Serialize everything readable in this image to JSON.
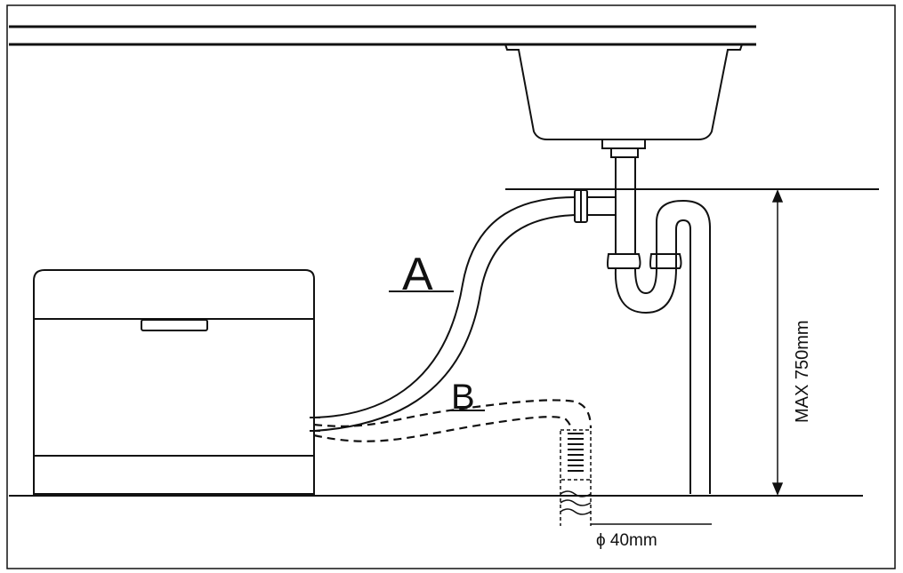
{
  "labels": {
    "hose_high": "A",
    "hose_low": "B",
    "max_height": "MAX 750mm",
    "diameter": "ϕ 40mm"
  },
  "colors": {
    "line": "#111111",
    "background": "#ffffff"
  }
}
